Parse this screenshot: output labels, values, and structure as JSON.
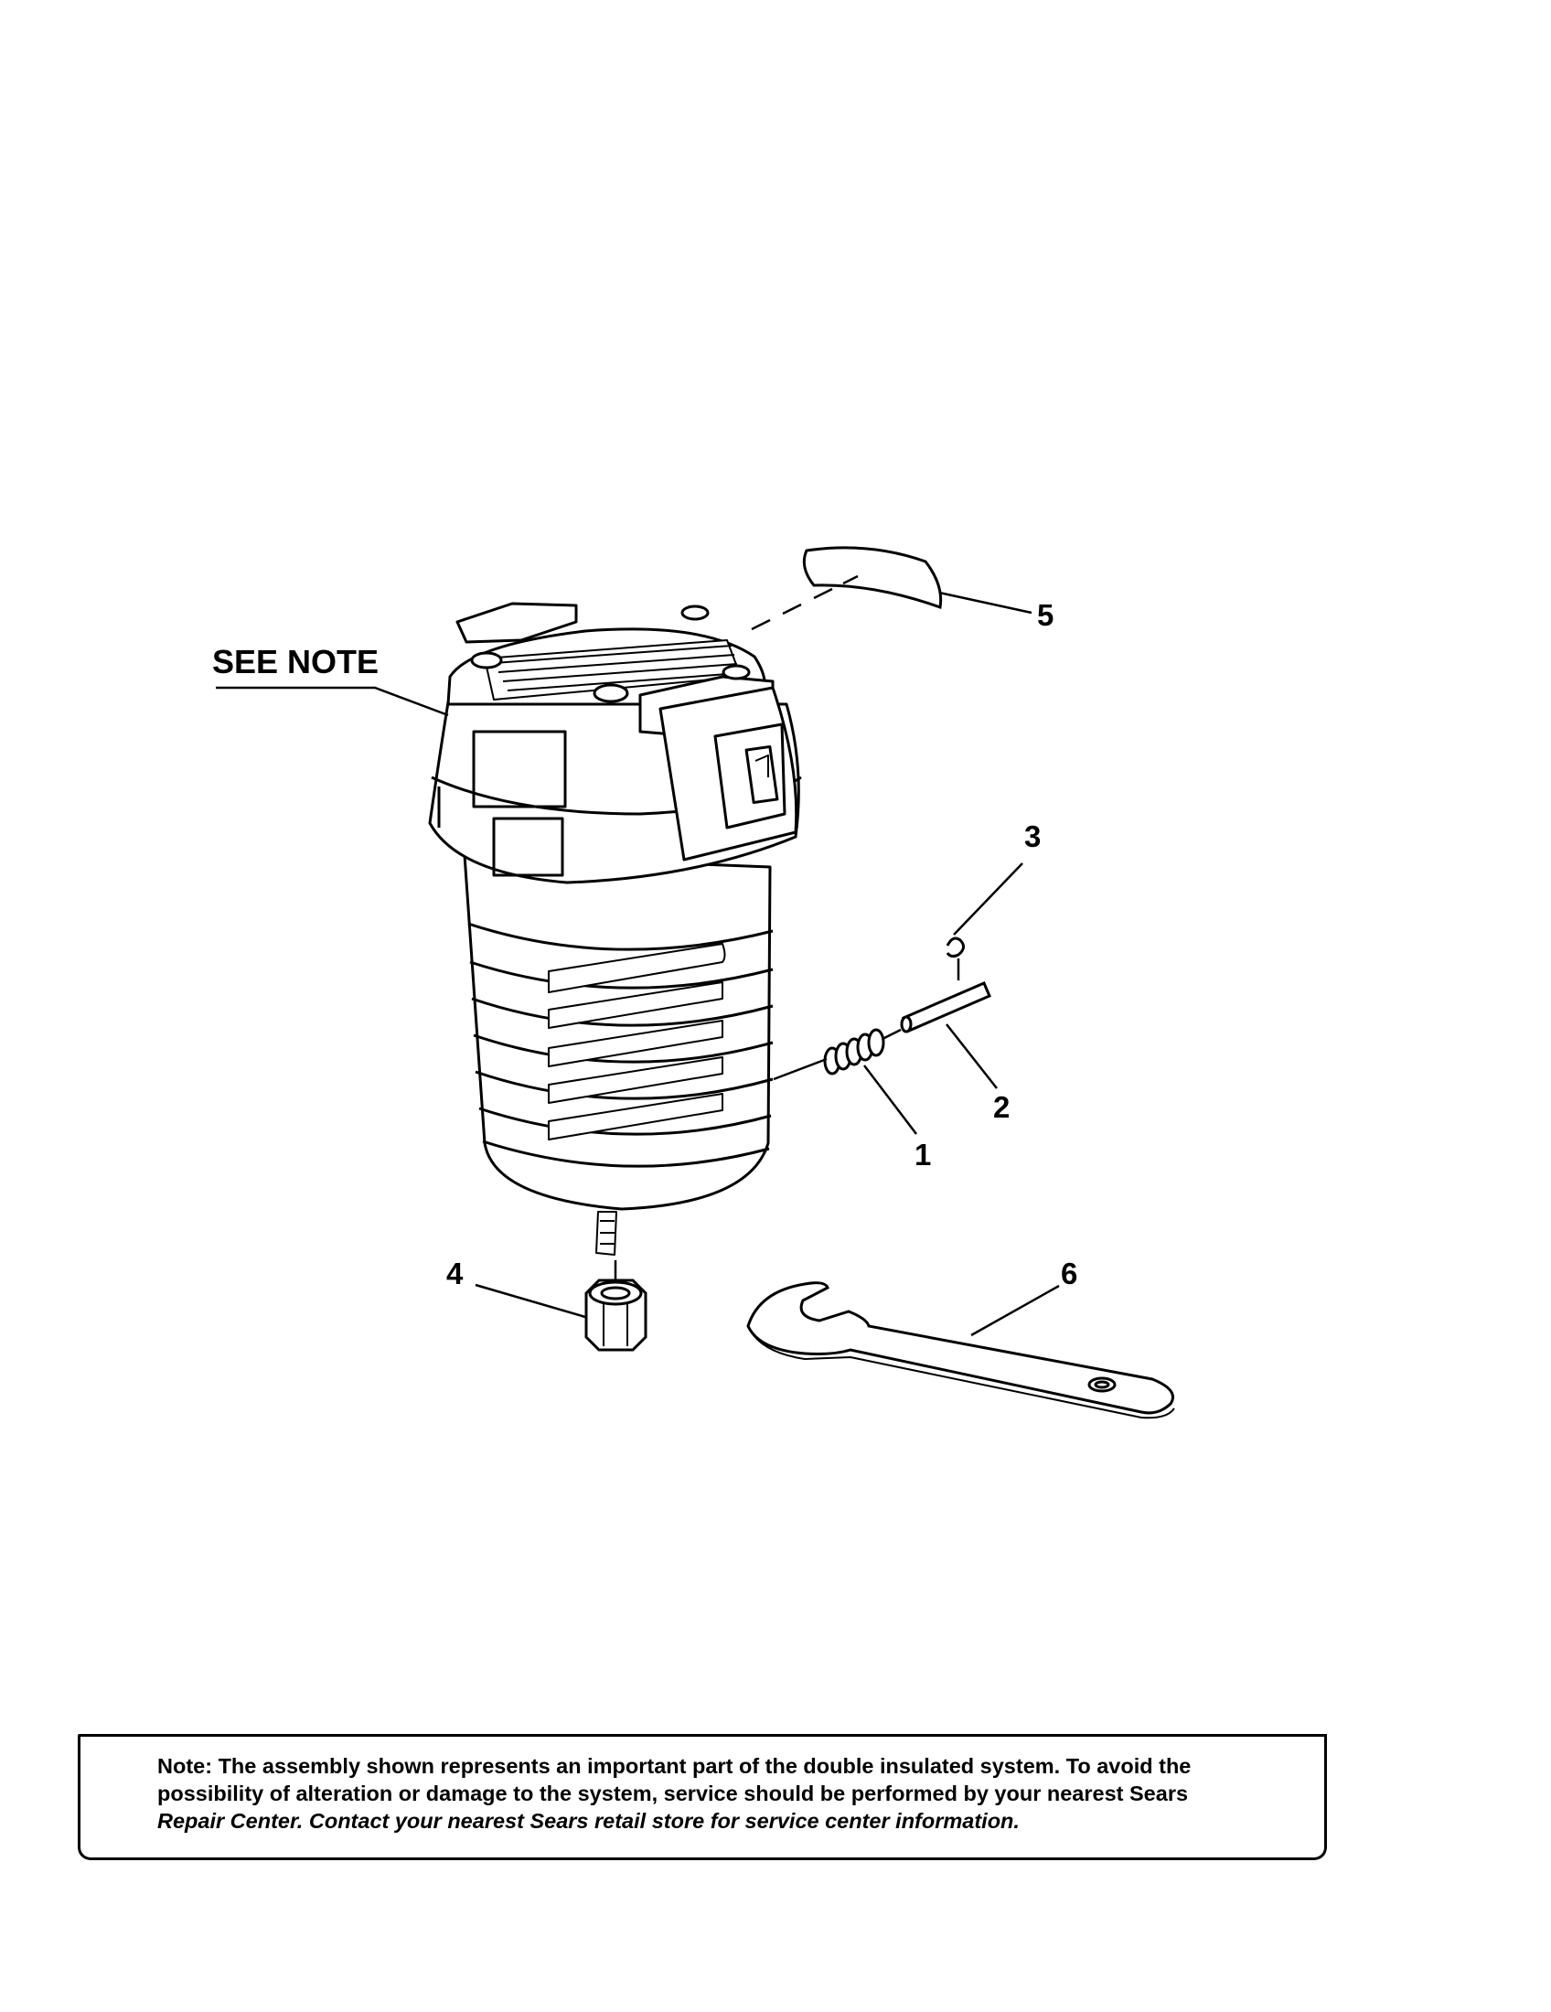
{
  "labels": {
    "see_note": "SEE NOTE",
    "part_1": "1",
    "part_2": "2",
    "part_3": "3",
    "part_4": "4",
    "part_5": "5",
    "part_6": "6"
  },
  "note": {
    "line1": "Note: The assembly shown represents an important part of the double insulated system. To avoid the",
    "line2": "possibility of alteration or damage to the system, service should be performed by your nearest Sears",
    "line3": "Repair Center. Contact your nearest Sears retail store for service center information."
  }
}
